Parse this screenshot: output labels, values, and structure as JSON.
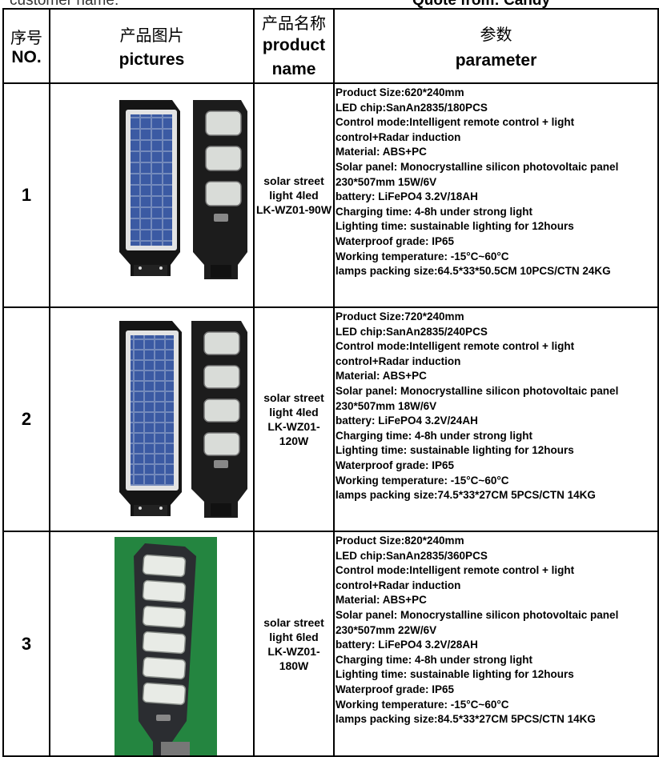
{
  "top": {
    "customer": "customer name:",
    "quote": "Quote from: Candy"
  },
  "headers": {
    "no_cn": "序号",
    "no_en": "NO.",
    "pic_cn": "产品图片",
    "pic_en": "pictures",
    "name_cn": "产品名称",
    "name_en": "product name",
    "param_cn": "参数",
    "param_en": "parameter"
  },
  "rows": [
    {
      "no": "1",
      "name_lines": [
        "solar street",
        "light 4led",
        "LK-WZ01-90W"
      ],
      "params": [
        "Product Size:620*240mm",
        "LED chip:SanAn2835/180PCS",
        "Control mode:Intelligent remote control + light",
        "control+Radar induction",
        "Material:  ABS+PC",
        "Solar panel: Monocrystalline silicon photovoltaic panel",
        "230*507mm  15W/6V",
        "battery: LiFePO4 3.2V/18AH",
        "Charging time: 4-8h under strong light",
        "Lighting time: sustainable lighting for 12hours",
        "Waterproof grade: IP65",
        "Working temperature: -15°C~60°C",
        "lamps packing size:64.5*33*50.5CM 10PCS/CTN  24KG"
      ]
    },
    {
      "no": "2",
      "name_lines": [
        "solar street",
        "light 4led",
        "LK-WZ01-",
        "120W"
      ],
      "params": [
        "Product Size:720*240mm",
        "LED chip:SanAn2835/240PCS",
        "Control mode:Intelligent remote control + light",
        "control+Radar induction",
        "Material:  ABS+PC",
        "Solar panel: Monocrystalline silicon photovoltaic panel",
        "230*507mm  18W/6V",
        "battery: LiFePO4 3.2V/24AH",
        "Charging time: 4-8h under strong light",
        "Lighting time: sustainable lighting for 12hours",
        "Waterproof grade: IP65",
        "Working temperature: -15°C~60°C",
        "lamps packing size:74.5*33*27CM 5PCS/CTN  14KG"
      ]
    },
    {
      "no": "3",
      "name_lines": [
        "solar street",
        "light 6led",
        "LK-WZ01-",
        "180W"
      ],
      "params": [
        "Product Size:820*240mm",
        "LED chip:SanAn2835/360PCS",
        "Control mode:Intelligent remote control + light",
        "control+Radar induction",
        "Material:  ABS+PC",
        "Solar panel: Monocrystalline silicon photovoltaic panel",
        "230*507mm  22W/6V",
        "battery: LiFePO4 3.2V/28AH",
        "Charging time: 4-8h under strong light",
        "Lighting time: sustainable lighting for 12hours",
        "Waterproof grade: IP65",
        "Working temperature: -15°C~60°C",
        "lamps packing size:84.5*33*27CM 5PCS/CTN  14KG"
      ]
    }
  ]
}
